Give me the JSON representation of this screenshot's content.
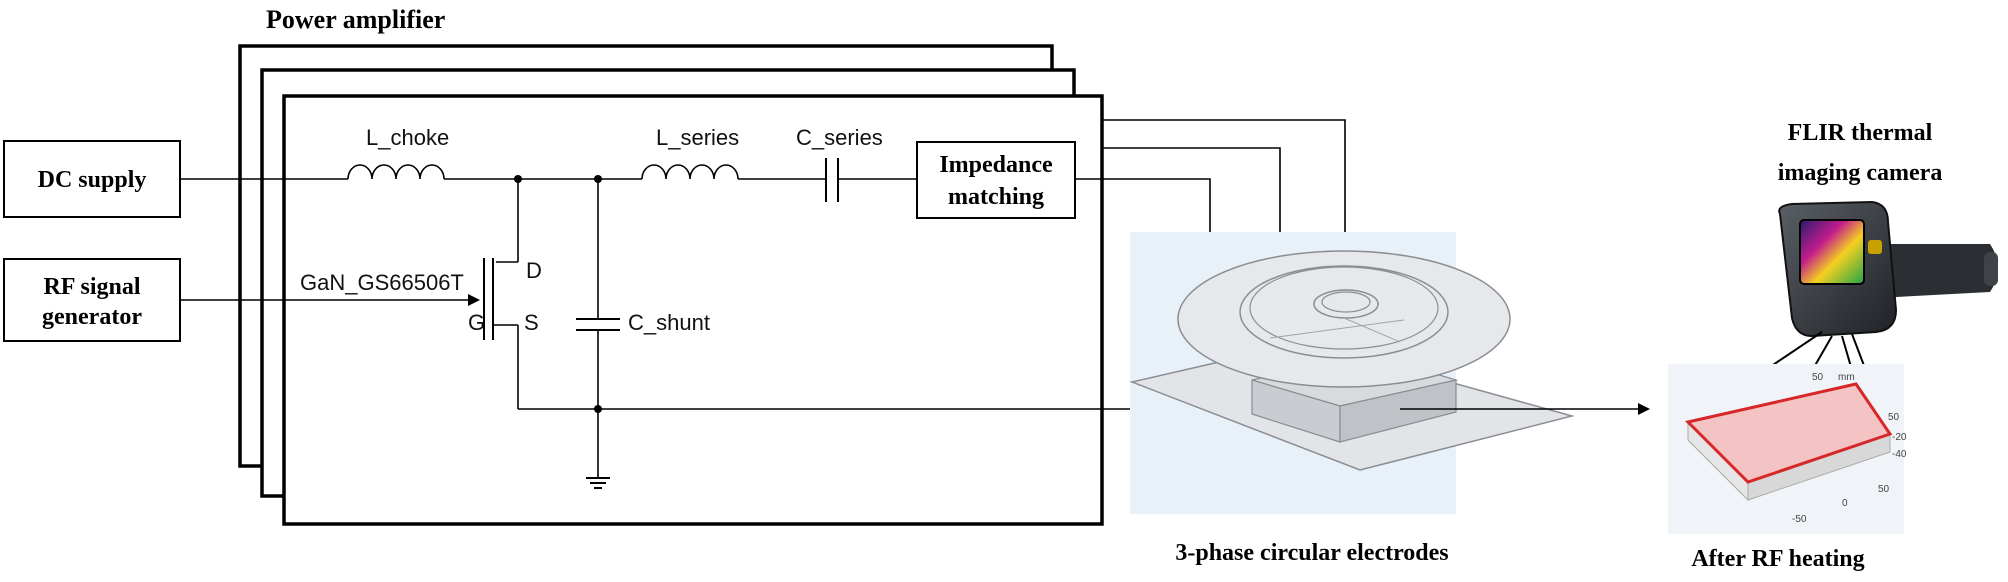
{
  "diagram": {
    "title": "Power amplifier",
    "blocks": {
      "dc_supply": "DC supply",
      "rf_line1": "RF signal",
      "rf_line2": "generator",
      "imp_line1": "Impedance",
      "imp_line2": "matching"
    },
    "components": {
      "l_choke": "L_choke",
      "l_series": "L_series",
      "c_series": "C_series",
      "c_shunt": "C_shunt",
      "transistor": "GaN_GS66506T",
      "drain": "D",
      "gate": "G",
      "source": "S"
    },
    "labels": {
      "electrodes": "3-phase circular electrodes",
      "camera_line1": "FLIR thermal",
      "camera_line2": "imaging camera",
      "after": "After RF heating"
    },
    "plot_axis": {
      "y_ticks": [
        "-20",
        "-40"
      ],
      "x_ticks": [
        "50",
        "0",
        "-50"
      ],
      "unit": "mm",
      "top_ticks": [
        "50"
      ]
    },
    "colors": {
      "line": "#000000",
      "panel_bg": "#e8f0f8",
      "heated_face": "#f4c4c4",
      "heated_edge": "#d62828"
    }
  }
}
